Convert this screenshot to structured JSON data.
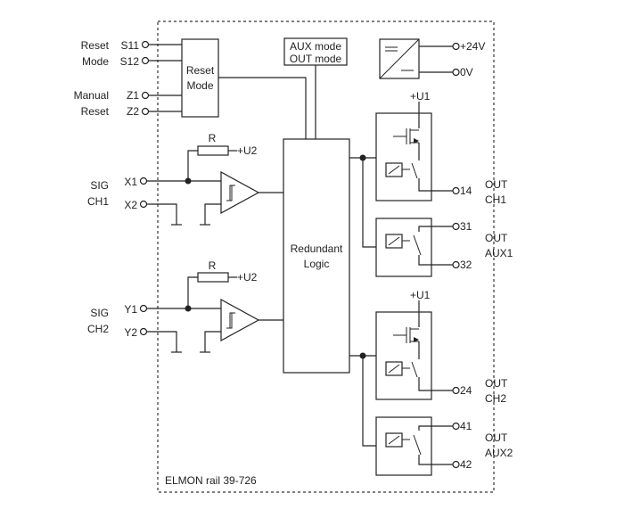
{
  "device_label": "ELMON rail 39-726",
  "reset_mode": {
    "label1": "Reset",
    "label2": "Mode",
    "t1": "S11",
    "t2": "S12"
  },
  "manual_reset": {
    "label1": "Manual",
    "label2": "Reset",
    "t1": "Z1",
    "t2": "Z2"
  },
  "reset_block": {
    "line1": "Reset",
    "line2": "Mode"
  },
  "aux_out_mode": {
    "line1": "AUX mode",
    "line2": "OUT mode"
  },
  "power": {
    "plus": "+24V",
    "zero": "0V"
  },
  "sig_ch1": {
    "label1": "SIG",
    "label2": "CH1",
    "t1": "X1",
    "t2": "X2",
    "resistor": "R",
    "supply": "+U2"
  },
  "sig_ch2": {
    "label1": "SIG",
    "label2": "CH2",
    "t1": "Y1",
    "t2": "Y2",
    "resistor": "R",
    "supply": "+U2"
  },
  "logic": {
    "line1": "Redundant",
    "line2": "Logic"
  },
  "out_ch1": {
    "supply": "+U1",
    "terminal": "14",
    "label1": "OUT",
    "label2": "CH1"
  },
  "out_aux1": {
    "t1": "31",
    "t2": "32",
    "label1": "OUT",
    "label2": "AUX1"
  },
  "out_ch2": {
    "supply": "+U1",
    "terminal": "24",
    "label1": "OUT",
    "label2": "CH2"
  },
  "out_aux2": {
    "t1": "41",
    "t2": "42",
    "label1": "OUT",
    "label2": "AUX2"
  }
}
